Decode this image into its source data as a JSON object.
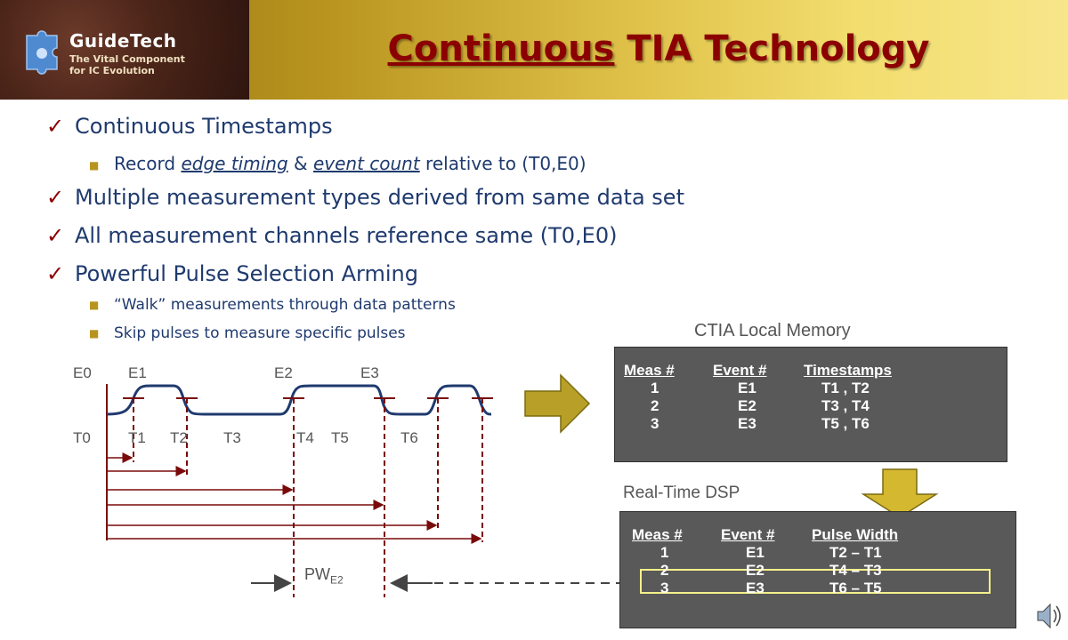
{
  "header": {
    "brand": "GuideTech",
    "tagline1": "The Vital Component",
    "tagline2": "for IC Evolution",
    "title_part1": "Continuous",
    "title_part2": " TIA Technology"
  },
  "bullets": [
    {
      "text": "Continuous Timestamps"
    },
    {
      "prefix": "Record ",
      "em1": "edge timing",
      "mid": " & ",
      "em2": "event count",
      "suffix": " relative to (T0,E0)"
    },
    {
      "text": "Multiple measurement types derived from same data set"
    },
    {
      "text": "All measurement channels reference same (T0,E0)"
    },
    {
      "text": "Powerful Pulse Selection Arming"
    },
    {
      "text": "“Walk” measurements through data patterns"
    },
    {
      "text": "Skip pulses to measure specific pulses"
    }
  ],
  "waveform": {
    "event_labels": [
      "E0",
      "E1",
      "E2",
      "E3"
    ],
    "time_labels": [
      "T0",
      "T1",
      "T2",
      "T3",
      "T4",
      "T5",
      "T6"
    ],
    "pw_label": "PW",
    "pw_sub": "E2"
  },
  "memory": {
    "caption": "CTIA Local Memory",
    "headers": [
      "Meas #",
      "Event #",
      "Timestamps"
    ],
    "rows": [
      [
        "1",
        "E1",
        "T1 , T2"
      ],
      [
        "2",
        "E2",
        "T3 , T4"
      ],
      [
        "3",
        "E3",
        "T5 , T6"
      ]
    ]
  },
  "dsp": {
    "caption": "Real-Time DSP",
    "headers": [
      "Meas #",
      "Event #",
      "Pulse Width"
    ],
    "rows": [
      [
        "1",
        "E1",
        "T2 – T1"
      ],
      [
        "2",
        "E2",
        "T4 – T3"
      ],
      [
        "3",
        "E3",
        "T6 – T5"
      ]
    ],
    "highlight_row": 2
  },
  "colors": {
    "title": "#8b0000",
    "text": "#1f3a6e",
    "accent": "#b8941e",
    "panel": "#595959",
    "arrow_fill": "#b8a028",
    "wave": "#1f3a6e",
    "markers": "#7a0a0a",
    "highlight": "#f5f08c"
  },
  "icons": [
    "puzzle-logo-icon",
    "checkmark-icon",
    "square-bullet-icon",
    "speaker-icon",
    "right-arrow-icon",
    "down-arrow-icon"
  ]
}
